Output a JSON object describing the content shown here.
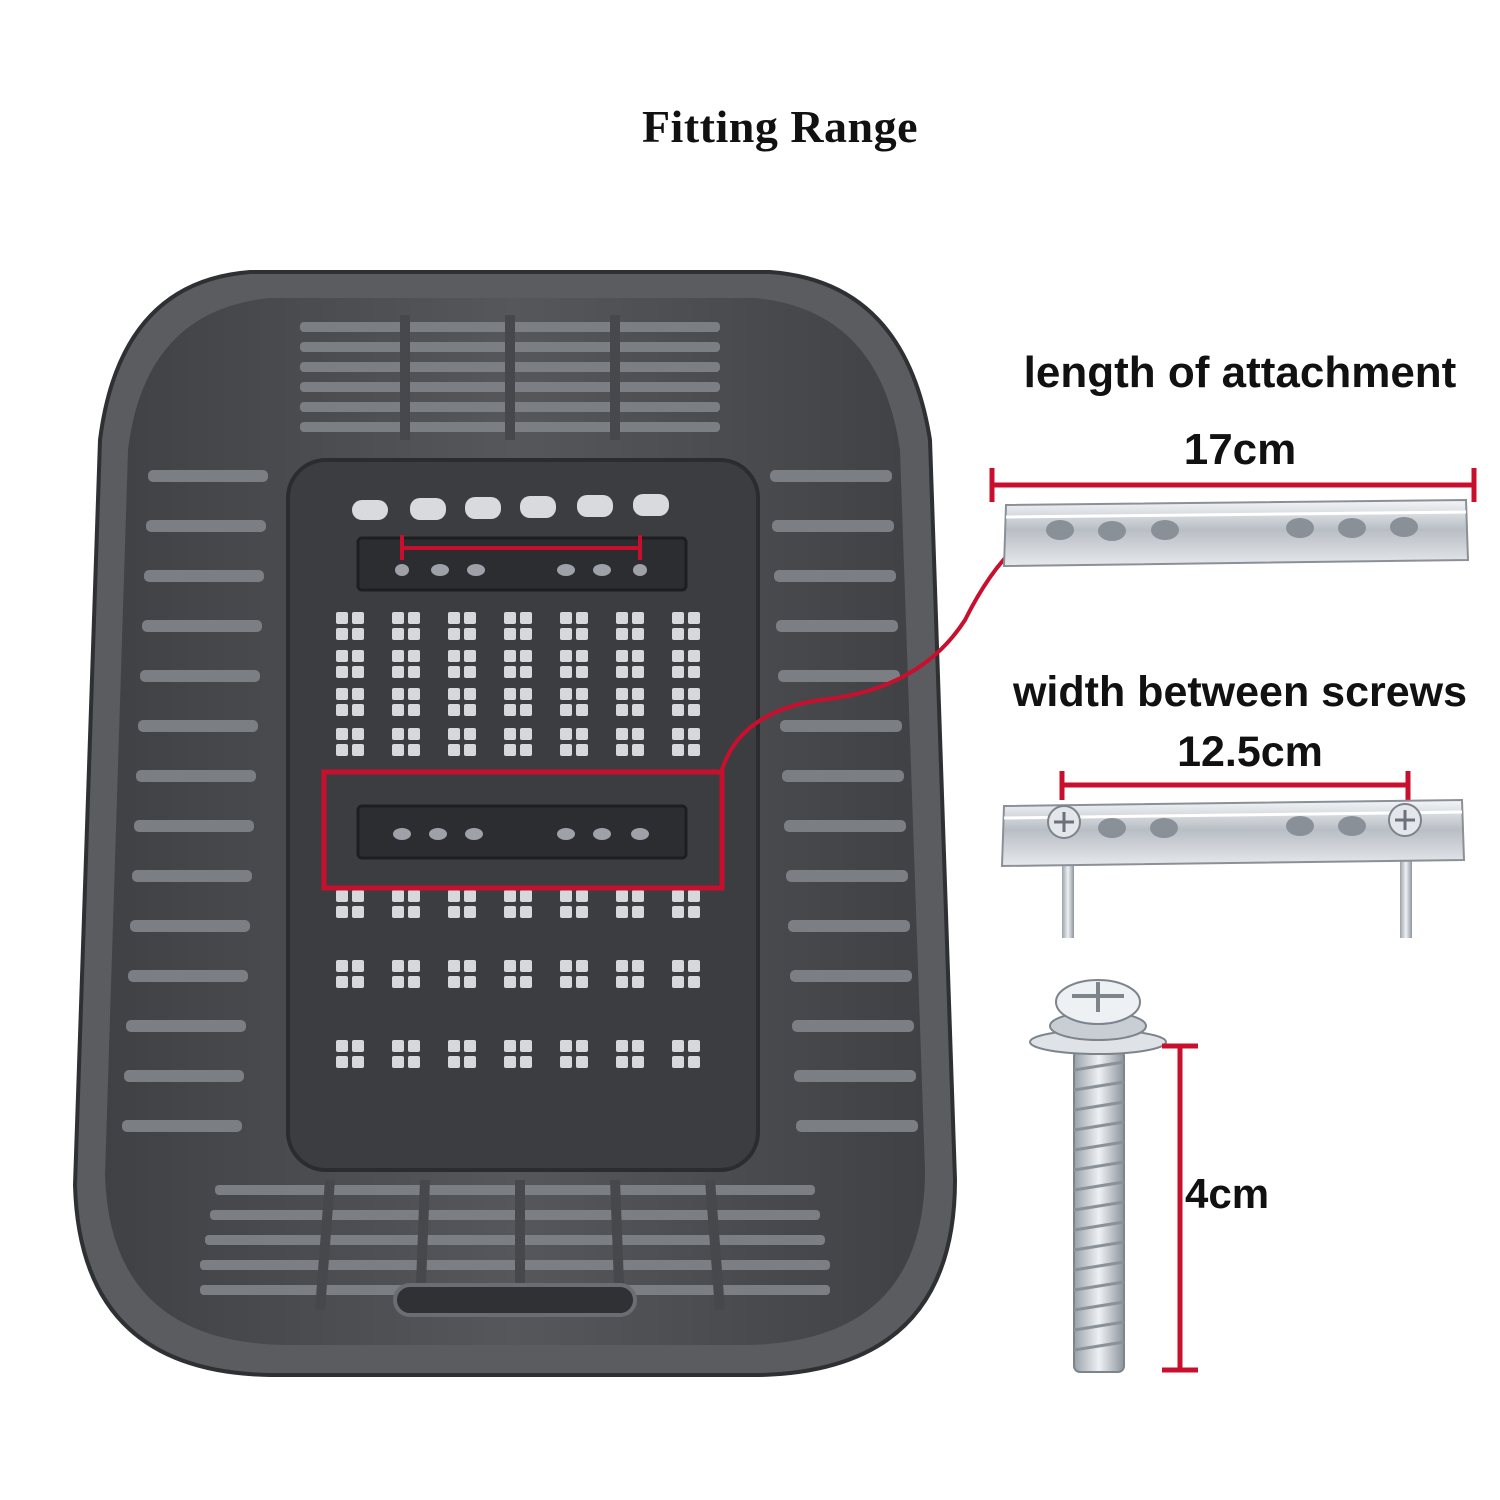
{
  "title": "Fitting Range",
  "attachment": {
    "label": "length of attachment",
    "value": "17cm"
  },
  "screws": {
    "label": "width between screws",
    "value": "12.5cm"
  },
  "bolt": {
    "value": "4cm"
  },
  "colors": {
    "basket": "#4b4d51",
    "basket_dark": "#35373a",
    "accent_red": "#c8102e",
    "metal": "#cfd3d8"
  }
}
